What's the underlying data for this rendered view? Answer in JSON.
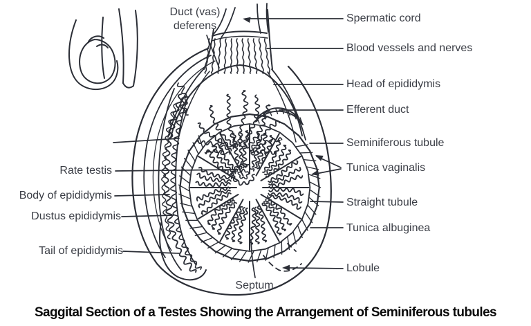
{
  "figure": {
    "caption": "Saggital Section of a Testes Showing the Arrangement of Seminiferous tubules",
    "colors": {
      "ink": "#2b2e36",
      "label_text": "#3a3d45",
      "caption_text": "#0a0a0a",
      "background": "#ffffff"
    },
    "top_label": {
      "id": "duct-vas-deferens",
      "text": "Duct (vas) deferens"
    },
    "left_labels": [
      {
        "id": "rate-testis",
        "text": "Rate testis"
      },
      {
        "id": "body-of-epididymis",
        "text": "Body of epididymis"
      },
      {
        "id": "dustus-epididymis",
        "text": "Dustus epididymis"
      },
      {
        "id": "tail-of-epididymis",
        "text": "Tail of epididymis"
      }
    ],
    "right_labels": [
      {
        "id": "spermatic-cord",
        "text": "Spermatic cord"
      },
      {
        "id": "blood-vessels-and-nerves",
        "text": "Blood vessels and nerves"
      },
      {
        "id": "head-of-epididymis",
        "text": "Head of epididymis"
      },
      {
        "id": "efferent-duct",
        "text": "Efferent duct"
      },
      {
        "id": "seminiferous-tubule",
        "text": "Seminiferous tubule"
      },
      {
        "id": "tunica-vaginalis",
        "text": "Tunica vaginalis"
      },
      {
        "id": "straight-tubule",
        "text": "Straight tubule"
      },
      {
        "id": "tunica-albuginea",
        "text": "Tunica albuginea"
      },
      {
        "id": "lobule",
        "text": "Lobule"
      }
    ],
    "bottom_label": {
      "id": "septum",
      "text": "Septum"
    }
  }
}
